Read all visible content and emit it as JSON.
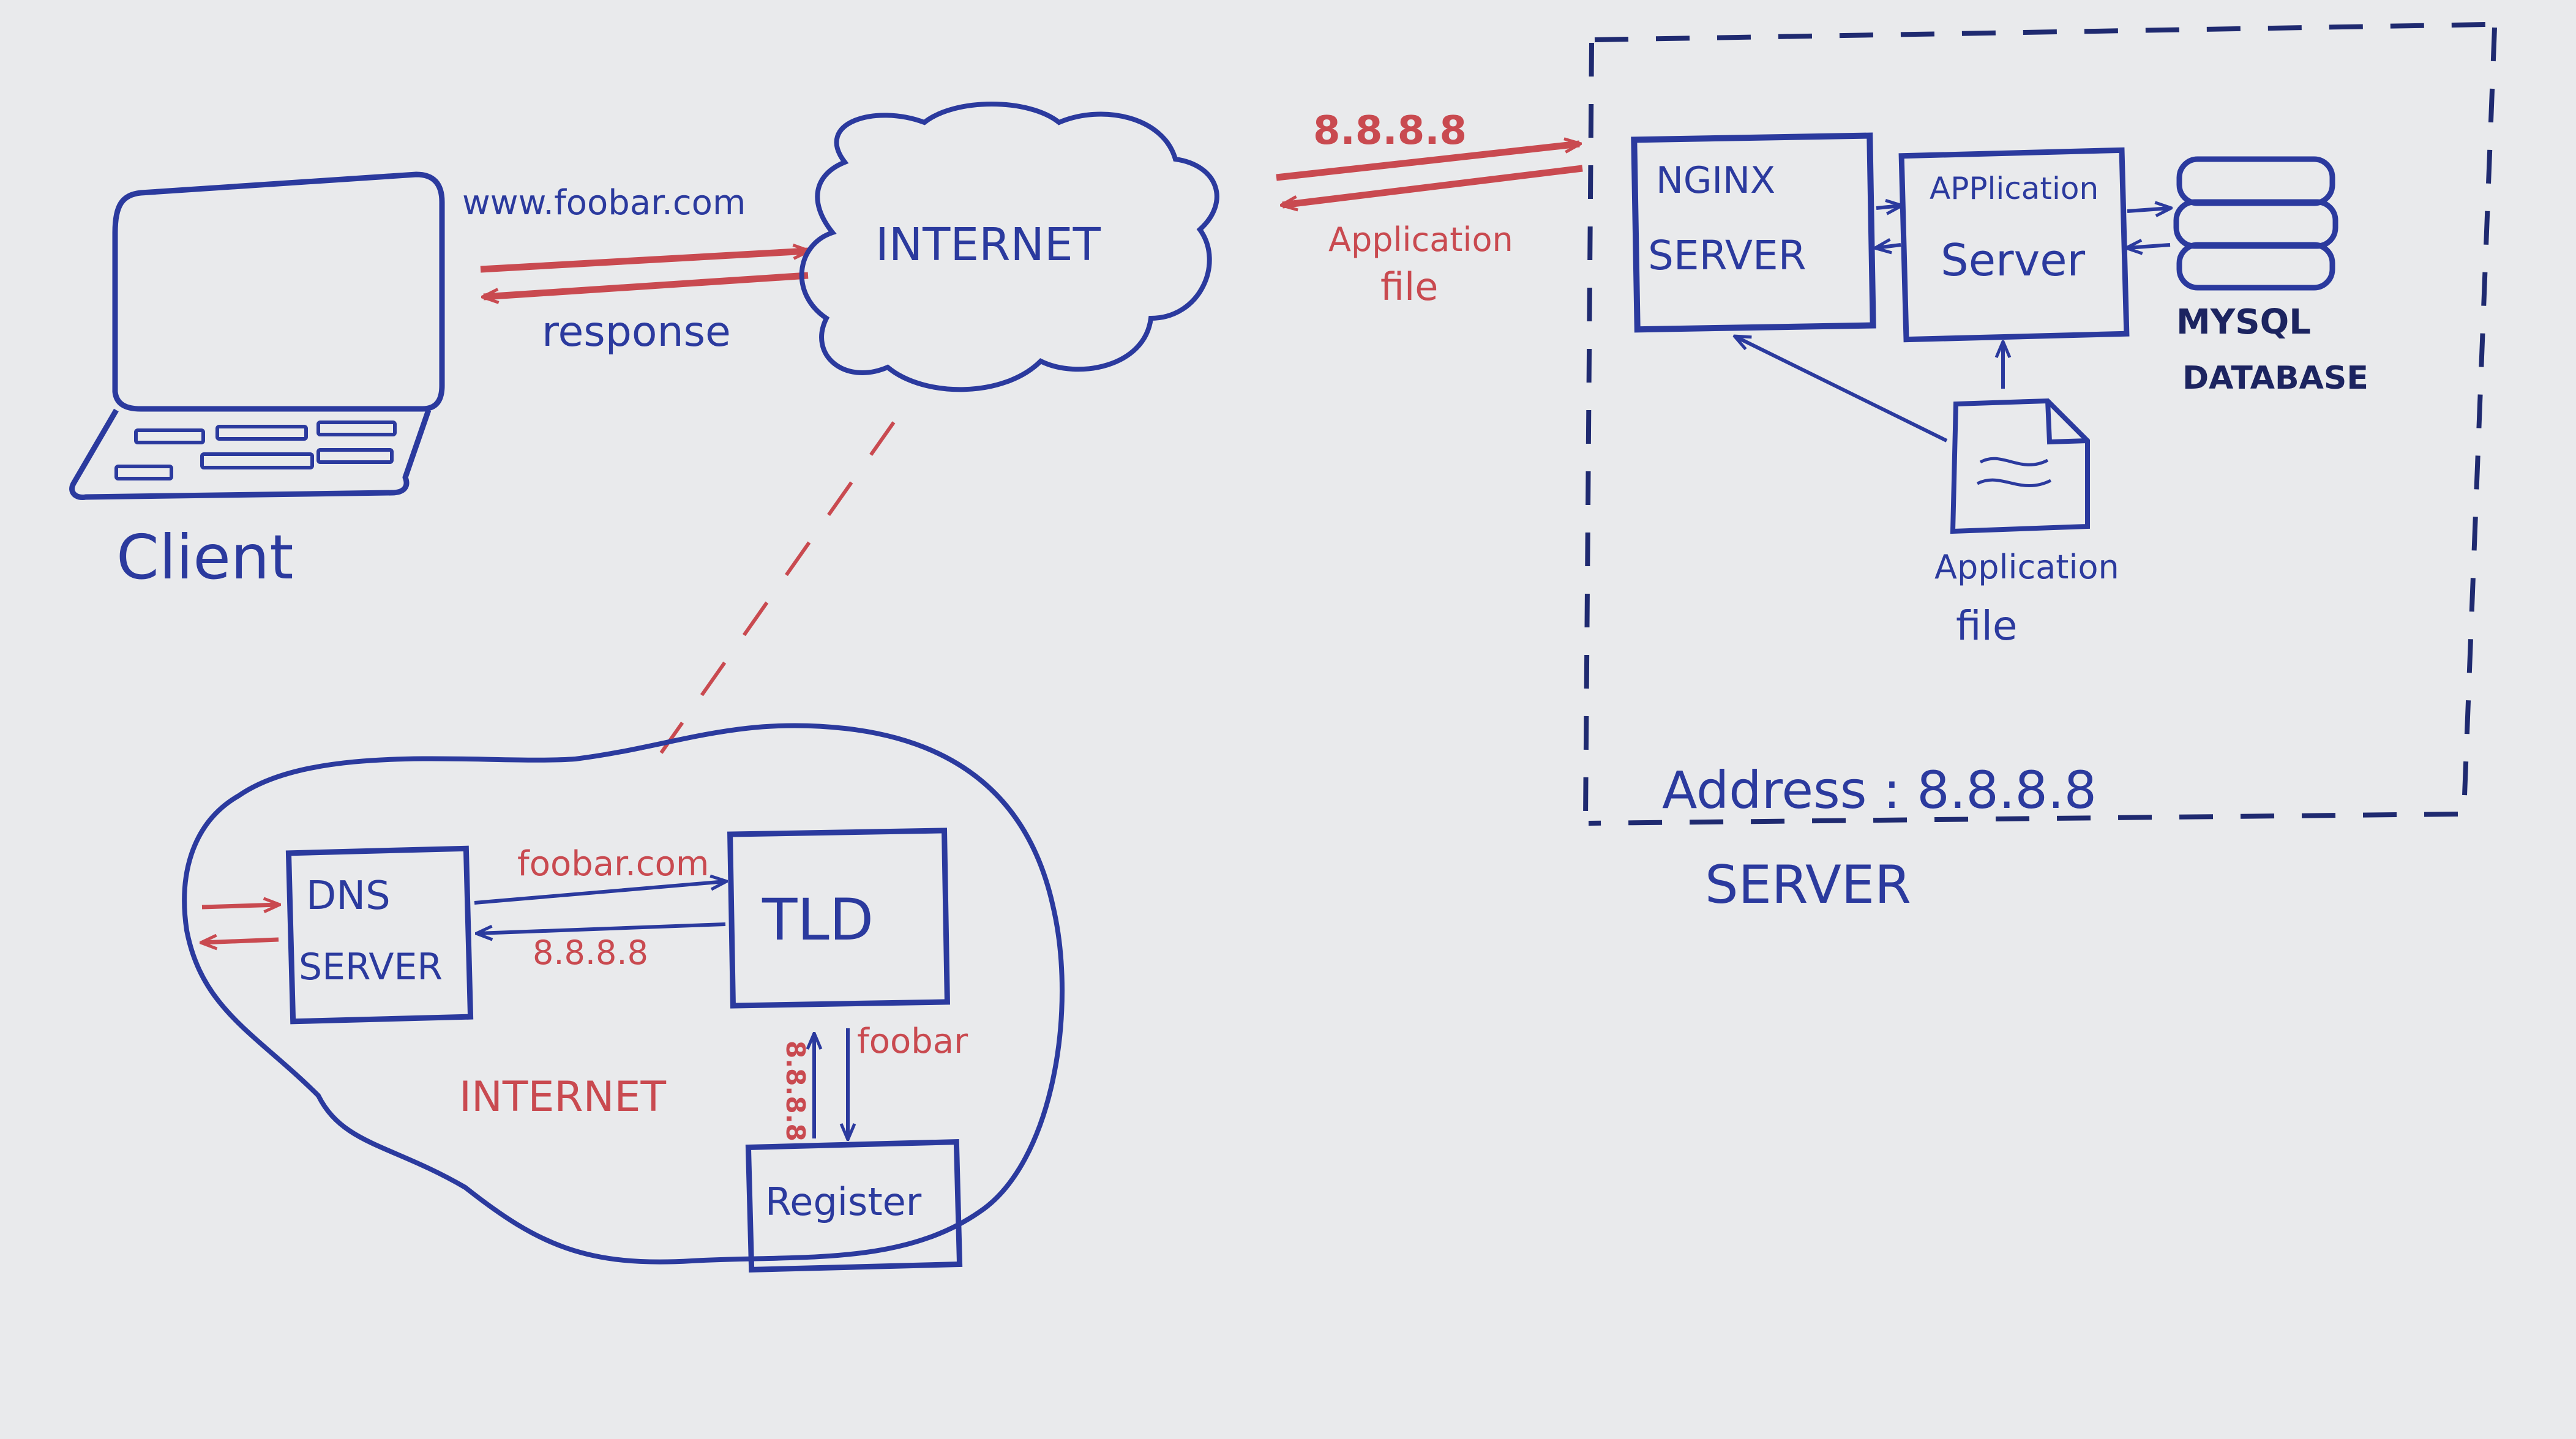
{
  "colors": {
    "paper": "#e9eaec",
    "ink_blue": "#2b3a9e",
    "ink_red": "#c94a50"
  },
  "client": {
    "label": "Client"
  },
  "client_to_internet": {
    "request": "www.foobar.com",
    "response": "response"
  },
  "internet_cloud": {
    "label": "INTERNET"
  },
  "internet_to_server": {
    "request": "8.8.8.8",
    "response_line1": "Application",
    "response_line2": "file"
  },
  "server_zone": {
    "label": "SERVER",
    "address": "Address : 8.8.8.8",
    "nginx": {
      "line1": "NGINX",
      "line2": "SERVER"
    },
    "app_server": {
      "line1": "APPlication",
      "line2": "Server"
    },
    "database": {
      "line1": "MYSQL",
      "line2": "DATABASE"
    },
    "app_file": {
      "line1": "Application",
      "line2": "file"
    }
  },
  "dns_zone": {
    "cloud_label": "INTERNET",
    "dns": {
      "line1": "DNS",
      "line2": "SERVER"
    },
    "tld": {
      "label": "TLD"
    },
    "register": {
      "label": "Register"
    },
    "dns_to_tld": "foobar.com",
    "tld_to_dns": "8.8.8.8",
    "tld_to_register": "foobar",
    "register_to_tld": "8.8.8.8"
  }
}
